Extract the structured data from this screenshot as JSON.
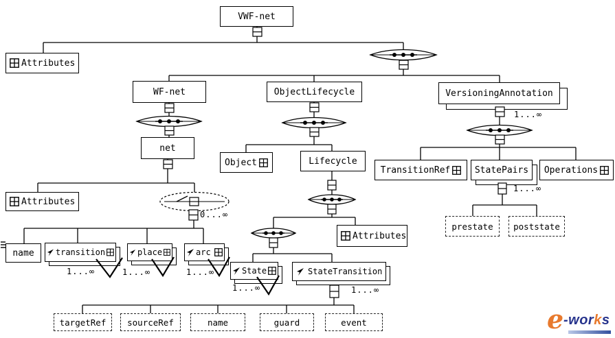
{
  "diagram": {
    "nodes": {
      "vwf_net": {
        "label": "VWF-net"
      },
      "attributes_top": {
        "label": "Attributes"
      },
      "wf_net": {
        "label": "WF-net"
      },
      "object_lifecycle": {
        "label": "ObjectLifecycle"
      },
      "versioning_annotation": {
        "label": "VersioningAnnotation",
        "occurrence": "1...∞"
      },
      "net": {
        "label": "net"
      },
      "object": {
        "label": "Object"
      },
      "lifecycle": {
        "label": "Lifecycle"
      },
      "transition_ref": {
        "label": "TransitionRef"
      },
      "state_pairs": {
        "label": "StatePairs",
        "occurrence": "1...∞"
      },
      "operations": {
        "label": "Operations"
      },
      "attributes_net": {
        "label": "Attributes"
      },
      "choice": {
        "occurrence": "0...∞"
      },
      "name_net": {
        "label": "name"
      },
      "transition": {
        "label": "transition",
        "occurrence": "1...∞"
      },
      "place": {
        "label": "place",
        "occurrence": "1...∞"
      },
      "arc": {
        "label": "arc",
        "occurrence": "1...∞"
      },
      "attributes_lifecycle": {
        "label": "Attributes"
      },
      "state": {
        "label": "State",
        "occurrence": "1...∞"
      },
      "state_transition": {
        "label": "StateTransition",
        "occurrence": "1...∞"
      },
      "prestate": {
        "label": "prestate"
      },
      "poststate": {
        "label": "poststate"
      },
      "target_ref": {
        "label": "targetRef"
      },
      "source_ref": {
        "label": "sourceRef"
      },
      "name_st": {
        "label": "name"
      },
      "guard": {
        "label": "guard"
      },
      "event": {
        "label": "event"
      }
    },
    "icons": {
      "sequence": "sequence-compositor-icon",
      "choice": "choice-compositor-icon",
      "attributes": "attributes-grid-icon",
      "expand": "expand-connector-icon",
      "reference": "reference-arrow-icon"
    },
    "colors": {
      "line": "#000000",
      "box_bg": "#ffffff"
    }
  },
  "logo": {
    "e": "e",
    "wor": "-wor",
    "k": "k",
    "s": "s",
    "orange": "#e87a2e",
    "blue": "#26338c"
  }
}
